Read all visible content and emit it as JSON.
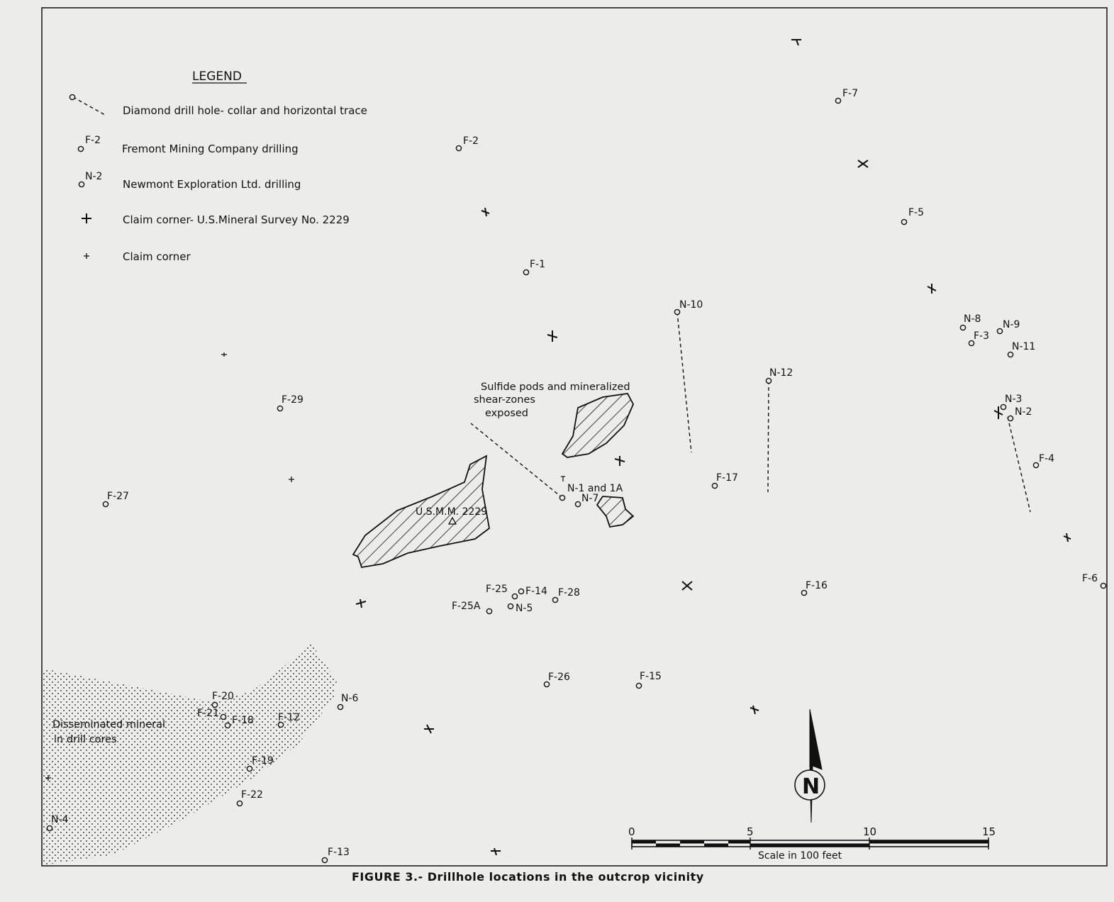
{
  "figure": {
    "caption": "FIGURE 3.- Drillhole locations in the outcrop vicinity"
  },
  "legend": {
    "title": "LEGEND",
    "items": [
      {
        "symbol": "diamond-drill-hole",
        "label": "Diamond drill hole- collar and horizontal trace"
      },
      {
        "symbol": "fremont-hole",
        "sample": "F-2",
        "label": "Fremont Mining Company drilling"
      },
      {
        "symbol": "newmont-hole",
        "sample": "N-2",
        "label": "Newmont Exploration Ltd. drilling"
      },
      {
        "symbol": "claim-corner-survey",
        "label": "Claim corner- U.S.Mineral Survey No. 2229"
      },
      {
        "symbol": "claim-corner",
        "label": "Claim corner"
      }
    ]
  },
  "annotations": {
    "sulfide": [
      "Sulfide pods and mineralized",
      "shear-zones",
      "exposed"
    ],
    "disseminated": [
      "Disseminated mineral",
      "in drill cores"
    ],
    "monument": "U.S.M.M. 2229"
  },
  "drill_holes": [
    "F-1",
    "F-2",
    "F-3",
    "F-4",
    "F-5",
    "F-6",
    "F-7",
    "F-12",
    "F-13",
    "F-14",
    "F-15",
    "F-16",
    "F-17",
    "F-18",
    "F-19",
    "F-20",
    "F-21",
    "F-22",
    "F-25",
    "F-25A",
    "F-26",
    "F-27",
    "F-28",
    "F-29",
    "N-1 and 1A",
    "N-2",
    "N-3",
    "N-4",
    "N-5",
    "N-6",
    "N-7",
    "N-8",
    "N-9",
    "N-10",
    "N-11",
    "N-12"
  ],
  "scale": {
    "ticks": [
      "0",
      "5",
      "10",
      "15"
    ],
    "label": "Scale in 100 feet"
  },
  "north_arrow": {
    "letter": "N"
  },
  "colors": {
    "ink": "#111111",
    "paper": "#ececea"
  }
}
